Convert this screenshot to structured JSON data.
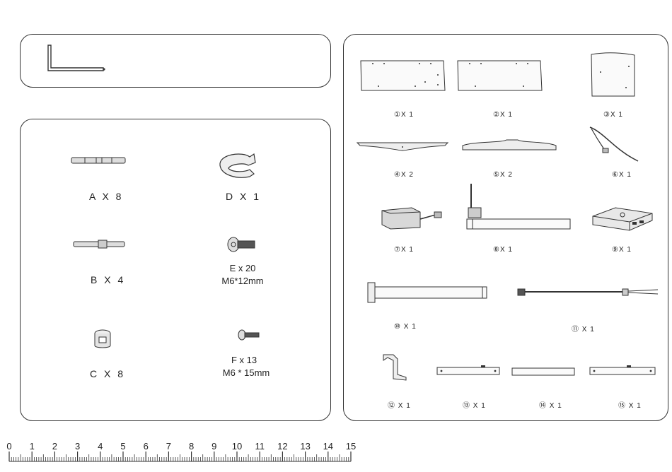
{
  "hardware": {
    "a": "A X 8",
    "b": "B  X 4",
    "c": "C X 8",
    "d": "D X 1",
    "e_qty": "E x 20",
    "e_size": "M6*12mm",
    "f_qty": "F x 13",
    "f_size": "M6 * 15mm"
  },
  "parts": {
    "p1": "①X 1",
    "p2": "②X 1",
    "p3": "③X 1",
    "p4": "④X 2",
    "p5": "⑤X 2",
    "p6": "⑥X 1",
    "p7": "⑦X 1",
    "p8": "⑧X 1",
    "p9": "⑨X 1",
    "p10": "⑩ X 1",
    "p11": "⑪ X 1",
    "p12": "⑫ X 1",
    "p13": "⑬ X 1",
    "p14": "⑭ X 1",
    "p15": "⑮ X 1"
  },
  "ruler": {
    "unit": "cm",
    "labels": [
      "0",
      "1",
      "2",
      "3",
      "4",
      "5",
      "6",
      "7",
      "8",
      "9",
      "10",
      "11",
      "12",
      "13",
      "14",
      "15"
    ]
  }
}
